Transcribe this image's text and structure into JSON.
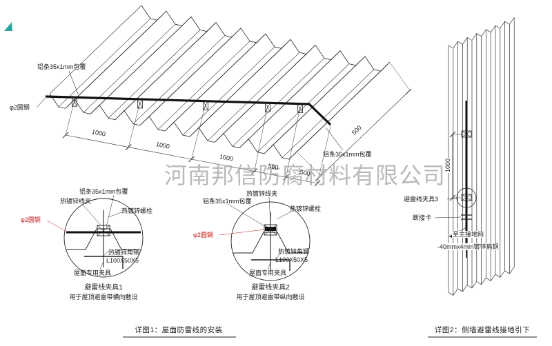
{
  "watermark": "河南邦信防腐材料有限公司",
  "iso_view": {
    "label_alu_top": "铝条35x1mm包覆",
    "label_alu_right": "铝条35x1mm包覆",
    "label_round_steel": "φ2圆钢",
    "dims_bottom": [
      "1000",
      "1000",
      "1000",
      "500",
      "500"
    ],
    "dim_right": "500"
  },
  "detail1": {
    "labels": {
      "alu_strip": "铝条35x1mm包覆",
      "wire_clamp": "热镀锌线夹",
      "bolt": "热镀锌螺栓",
      "round_steel": "φ2圆钢",
      "angle_steel": "热镀锌角钢",
      "angle_spec": "L100X50X5",
      "roof_fixture": "屋面专用夹具"
    },
    "title": "避雷线夹具1",
    "subtitle": "用于屋顶避雷带横向敷设"
  },
  "detail2": {
    "labels": {
      "alu_strip": "铝条35x1mm包覆",
      "wire_clamp": "热镀锌线夹",
      "bolt": "热镀锌螺栓",
      "round_steel": "φ2圆钢",
      "angle_steel": "热镀锌角钢",
      "angle_spec": "L100X50X5",
      "roof_fixture": "屋面专用夹具"
    },
    "title": "避雷线夹具2",
    "subtitle": "用于屋顶避雷带纵向敷设"
  },
  "wall_view": {
    "dim_vertical": "1000",
    "label_clamp3": "避雷线夹具3",
    "label_disconnect": "断接卡",
    "label_to_ground": "至主接地网",
    "label_flat_steel": "-40mmx4mm镀锌扁钢"
  },
  "captions": {
    "detail1": "详图1：屋面防雷线的安装",
    "detail2": "详图2：侧墙避雷线接地引下"
  }
}
